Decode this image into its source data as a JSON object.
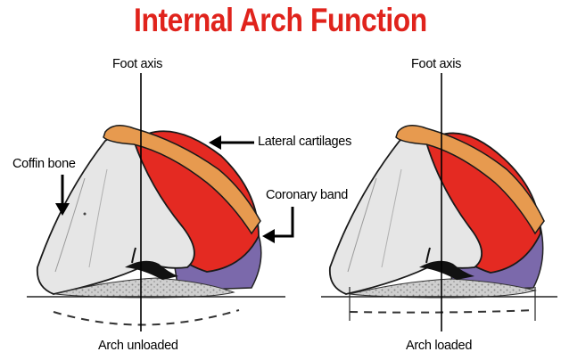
{
  "title": "Internal Arch Function",
  "title_color": "#e0231c",
  "colors": {
    "lateral_cartilage": "#e79a4f",
    "coronary_tissue": "#e42a22",
    "laminae_purple": "#7b69ab",
    "coffin_bone": "#e6e6e6",
    "digital_cushion": "#c9c9c9"
  },
  "labels": {
    "foot_axis_left": "Foot axis",
    "foot_axis_right": "Foot axis",
    "lateral_cartilages": "Lateral cartilages",
    "coffin_bone": "Coffin bone",
    "coronary_band": "Coronary band",
    "arch_unloaded": "Arch unloaded",
    "arch_loaded": "Arch loaded"
  }
}
